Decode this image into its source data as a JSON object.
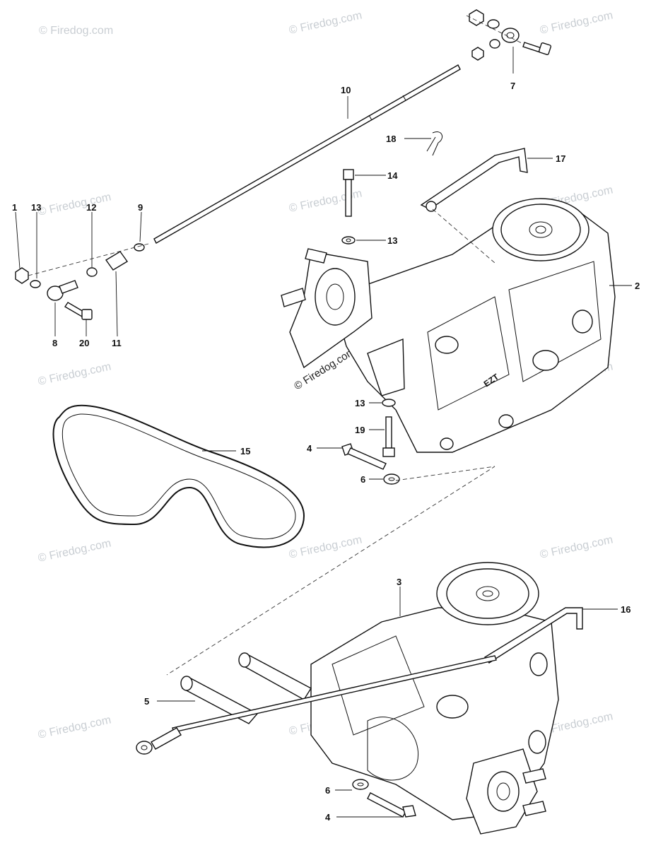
{
  "watermark": "© Firedog.com",
  "callouts": {
    "c1": "1",
    "c2": "2",
    "c3": "3",
    "c4a": "4",
    "c4b": "4",
    "c5": "5",
    "c6a": "6",
    "c6b": "6",
    "c7": "7",
    "c8": "8",
    "c9": "9",
    "c10": "10",
    "c11": "11",
    "c12": "12",
    "c13a": "13",
    "c13b": "13",
    "c13c": "13",
    "c14": "14",
    "c15": "15",
    "c16": "16",
    "c17": "17",
    "c18": "18",
    "c19": "19",
    "c20": "20"
  },
  "colors": {
    "line": "#111111",
    "watermark": "#c9ced3",
    "background": "#ffffff"
  }
}
